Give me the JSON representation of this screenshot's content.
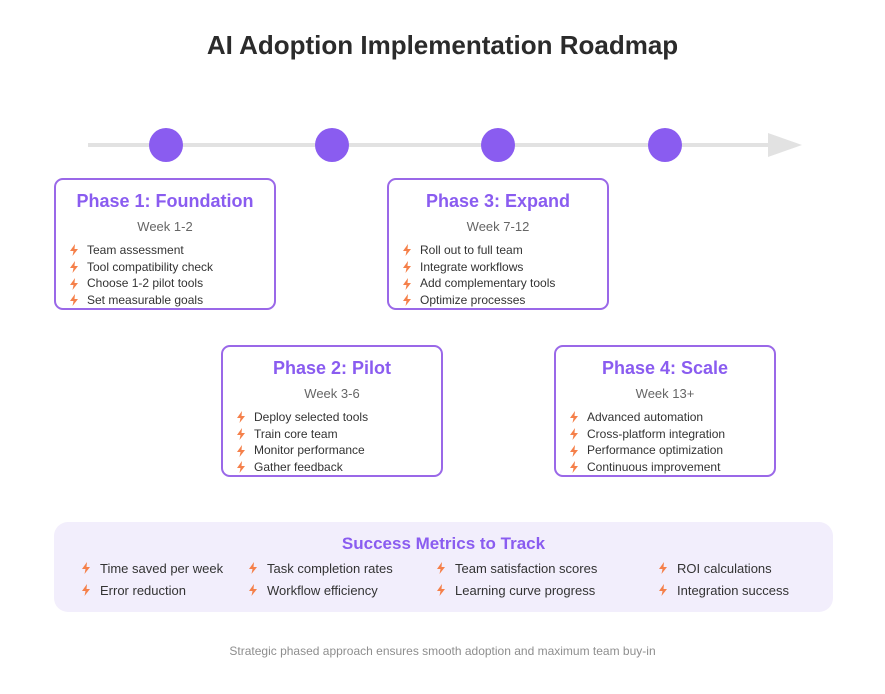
{
  "title": "AI Adoption Implementation Roadmap",
  "colors": {
    "accent": "#8a5cf0",
    "node": "#8a5cf0",
    "timeline": "#e2e2e2",
    "bolt": "#f5804a",
    "metrics_bg": "#f2eefc"
  },
  "phases": [
    {
      "title": "Phase 1: Foundation",
      "week": "Week 1-2",
      "items": [
        "Team assessment",
        "Tool compatibility check",
        "Choose 1-2 pilot tools",
        "Set measurable goals"
      ]
    },
    {
      "title": "Phase 2: Pilot",
      "week": "Week 3-6",
      "items": [
        "Deploy selected tools",
        "Train core team",
        "Monitor performance",
        "Gather feedback"
      ]
    },
    {
      "title": "Phase 3: Expand",
      "week": "Week 7-12",
      "items": [
        "Roll out to full team",
        "Integrate workflows",
        "Add complementary tools",
        "Optimize processes"
      ]
    },
    {
      "title": "Phase 4: Scale",
      "week": "Week 13+",
      "items": [
        "Advanced automation",
        "Cross-platform integration",
        "Performance optimization",
        "Continuous improvement"
      ]
    }
  ],
  "metrics": {
    "title": "Success Metrics to Track",
    "items": [
      "Time saved per week",
      "Task completion rates",
      "Team satisfaction scores",
      "ROI calculations",
      "Error reduction",
      "Workflow efficiency",
      "Learning curve progress",
      "Integration success"
    ]
  },
  "footer": "Strategic phased approach ensures smooth adoption and maximum team buy-in",
  "icons": {
    "bullet": "lightning-bolt-icon"
  }
}
